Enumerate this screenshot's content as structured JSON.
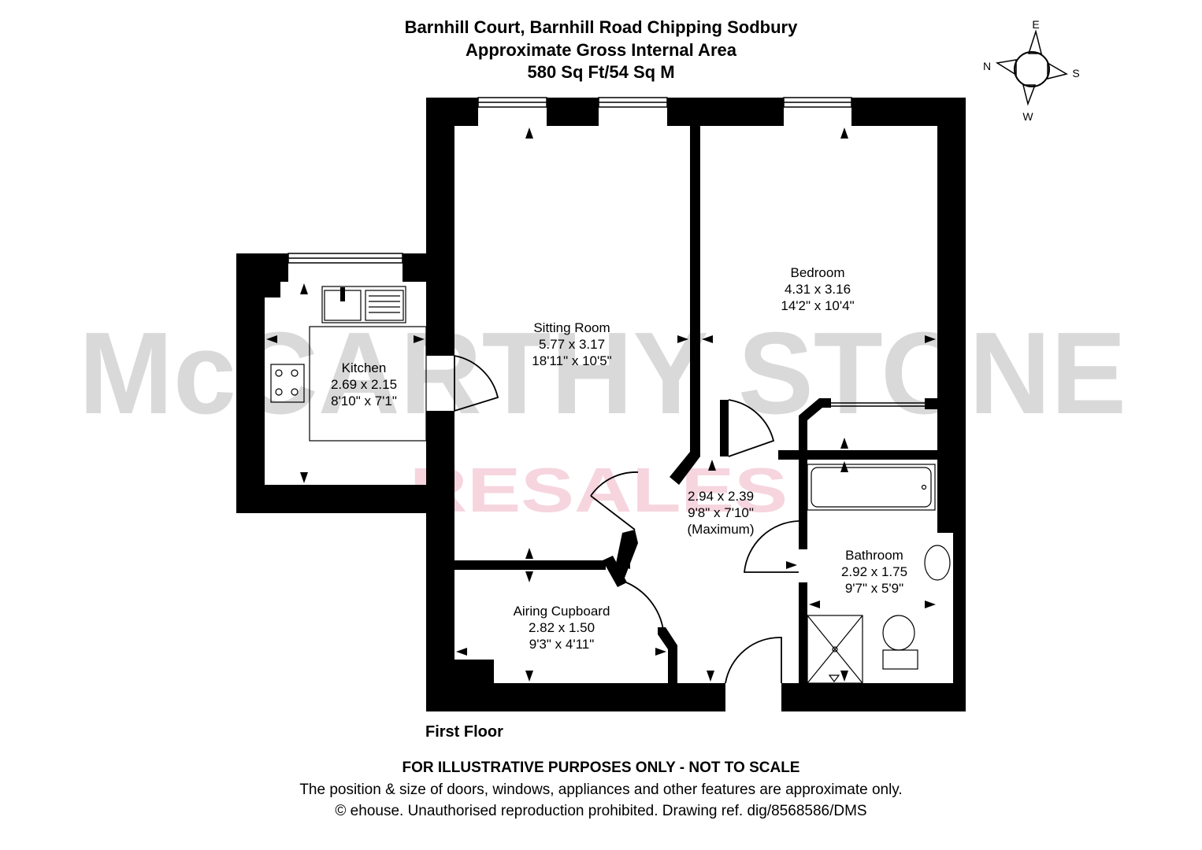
{
  "header": {
    "title": "Barnhill Court, Barnhill Road Chipping Sodbury",
    "subtitle": "Approximate Gross Internal Area",
    "area": "580 Sq Ft/54 Sq M"
  },
  "compass": {
    "n": "N",
    "e": "E",
    "s": "S",
    "w": "W"
  },
  "watermark": {
    "primary": "McCARTHY STONE",
    "secondary": "RESALES",
    "primary_color": "#d9d9d9",
    "secondary_color": "#f6d5df"
  },
  "rooms": {
    "sitting": {
      "name": "Sitting Room",
      "metric": "5.77 x 3.17",
      "imperial": "18'11\" x 10'5\""
    },
    "bedroom": {
      "name": "Bedroom",
      "metric": "4.31 x 3.16",
      "imperial": "14'2\" x 10'4\""
    },
    "kitchen": {
      "name": "Kitchen",
      "metric": "2.69 x 2.15",
      "imperial": "8'10\" x 7'1\""
    },
    "hall": {
      "name": "",
      "metric": "2.94 x 2.39",
      "imperial": "9'8\" x 7'10\"",
      "note": "(Maximum)"
    },
    "bathroom": {
      "name": "Bathroom",
      "metric": "2.92 x 1.75",
      "imperial": "9'7\" x 5'9\""
    },
    "airing": {
      "name": "Airing Cupboard",
      "metric": "2.82 x 1.50",
      "imperial": "9'3\" x 4'11\""
    }
  },
  "floor_label": "First Floor",
  "footer": {
    "disclaimer": "FOR ILLUSTRATIVE PURPOSES ONLY - NOT TO SCALE",
    "note": "The position & size of doors, windows, appliances and other features are approximate only.",
    "copyright": "© ehouse. Unauthorised reproduction prohibited. Drawing ref. dig/8568586/DMS"
  }
}
